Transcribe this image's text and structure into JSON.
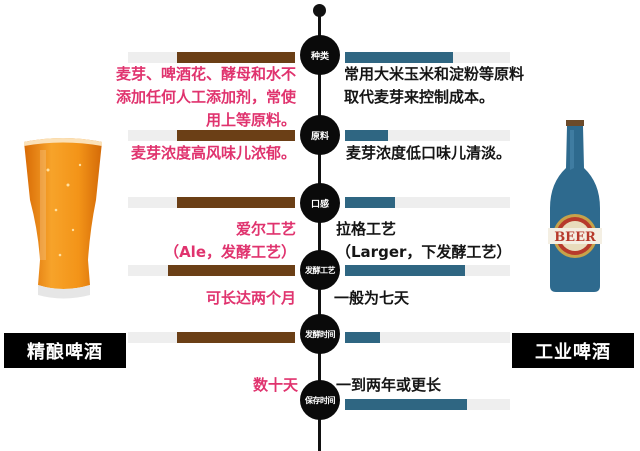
{
  "title_left": "精酿啤酒",
  "title_right": "工业啤酒",
  "colors": {
    "craft_bar": "#6b3f16",
    "industrial_bar": "#2f6682",
    "track": "#eeeeee",
    "craft_text": "#e0336e",
    "industrial_text": "#151515",
    "node": "#0a0a0a"
  },
  "rows": [
    {
      "label": "种类",
      "left_text": [
        "麦芽、啤酒花、酵母和水不",
        "添加任何人工添加剂，常使",
        "用上等原料。"
      ],
      "right_text": [
        "常用大米玉米和淀粉等原料",
        "取代麦芽来控制成本。"
      ]
    },
    {
      "label": "原料",
      "left_text": [
        "麦芽浓度高风味儿浓郁。"
      ],
      "right_text": [
        "麦芽浓度低口味儿清淡。"
      ]
    },
    {
      "label": "口感",
      "left_text": [
        "爱尔工艺",
        "（Ale，发酵工艺）"
      ],
      "right_text": [
        "拉格工艺",
        "（Larger，下发酵工艺）"
      ]
    },
    {
      "label": "发酵工艺",
      "left_text": [
        "可长达两个月"
      ],
      "right_text": [
        "一般为七天"
      ]
    },
    {
      "label": "发酵时间",
      "left_text": [
        "数十天"
      ],
      "right_text": [
        "一到两年或更长"
      ]
    },
    {
      "label": "保存时间",
      "left_text": [],
      "right_text": []
    }
  ],
  "images": {
    "left": "beer-glass-icon",
    "right": "beer-bottle-icon",
    "bottle_label": "BEER"
  }
}
